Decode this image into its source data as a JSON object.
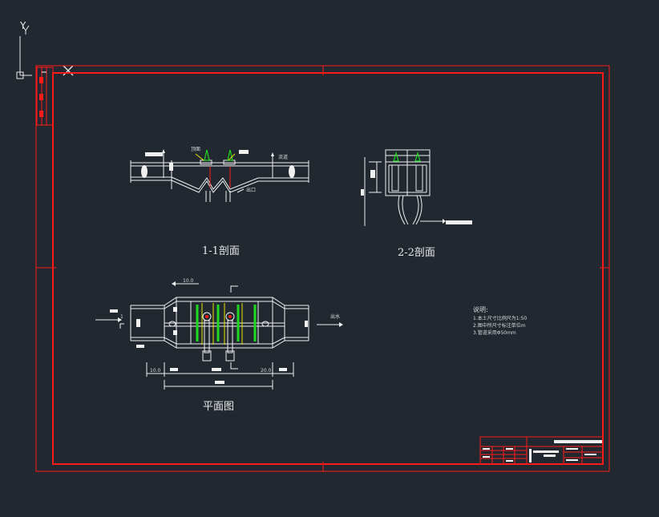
{
  "ucs": {
    "y_axis": "Y"
  },
  "views": {
    "section_1": "1-1剖面",
    "section_2": "2-2剖面",
    "plan": "平面图"
  },
  "notes": {
    "title": "说明:",
    "lines": [
      "1.本土尺寸比例尺为1:50",
      "2.图中所尺寸标注单位m",
      "3.管道采用Φ50mm"
    ]
  },
  "dims": {
    "section1_left": "顶面",
    "section1_top": "流道",
    "section1_right": "出口",
    "plan_top": "10.0",
    "plan_bl": "10.0",
    "plan_br": "20.0",
    "plan_right": "出水",
    "plan_left": "1"
  },
  "colors": {
    "background": "#212830",
    "frame": "#ff1a1a",
    "drawing": "#f0f0f0",
    "accent_green": "#22d922",
    "accent_yellow": "#e8e800"
  }
}
